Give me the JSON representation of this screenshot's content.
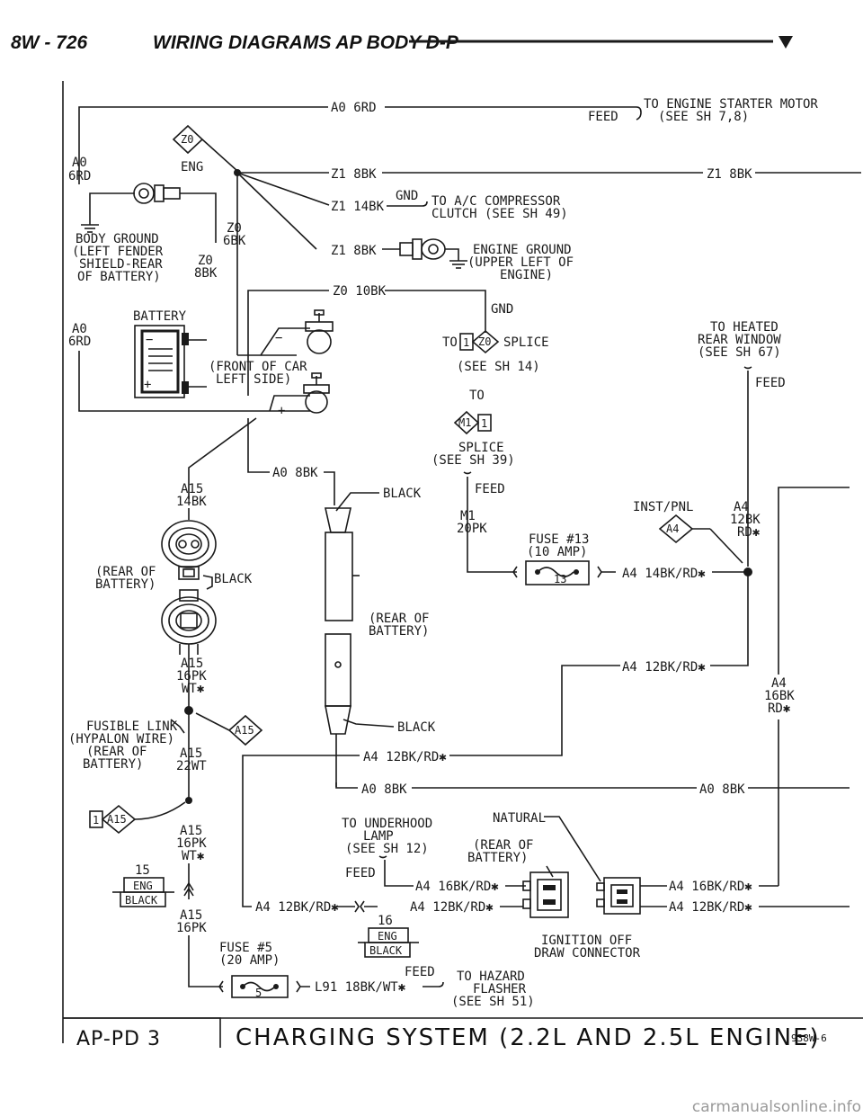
{
  "header": {
    "page_ref": "8W - 726",
    "title": "WIRING DIAGRAMS AP BODY D-P"
  },
  "footer": {
    "code": "AP-PD 3",
    "title": "CHARGING SYSTEM (2.2L AND 2.5L ENGINE)",
    "figure_id": "938W-6"
  },
  "watermark": "carmanualsonline.info",
  "wires": {
    "a0_6rd": "A0 6RD",
    "a0": "A0",
    "rd6": "6RD",
    "z1_8bk": "Z1 8BK",
    "z1_14bk": "Z1 14BK",
    "z0_10bk": "Z0 10BK",
    "z0": "Z0",
    "bk6": "6BK",
    "bk8": "8BK",
    "a0_8bk": "A0 8BK",
    "a15": "A15",
    "bk14": "14BK",
    "pk16": "16PK",
    "wt": "WT✱",
    "wt22": "22WT",
    "m1": "M1",
    "pk20": "20PK",
    "a4": "A4",
    "bk12": "12BK",
    "rd": "RD✱",
    "bk16": "16BK",
    "a4_14bk_rd": "A4 14BK/RD✱",
    "a4_12bk_rd": "A4 12BK/RD✱",
    "a4_16bk_rd": "A4 16BK/RD✱",
    "l91": "L91 18BK/WT✱"
  },
  "labels": {
    "feed": "FEED",
    "to_starter_1": "TO ENGINE STARTER MOTOR",
    "to_starter_2": "(SEE SH 7,8)",
    "eng": "ENG",
    "gnd": "GND",
    "to_ac_1": "TO A/C COMPRESSOR",
    "to_ac_2": "CLUTCH (SEE SH 49)",
    "body_ground_1": "BODY GROUND",
    "body_ground_2": "(LEFT FENDER",
    "body_ground_3": "SHIELD-REAR",
    "body_ground_4": "OF BATTERY)",
    "engine_ground_1": "ENGINE GROUND",
    "engine_ground_2": "(UPPER LEFT OF",
    "engine_ground_3": "ENGINE)",
    "battery": "BATTERY",
    "front_of_car_1": "(FRONT OF CAR",
    "front_of_car_2": "LEFT SIDE)",
    "to": "TO",
    "splice": "SPLICE",
    "see_sh_14": "(SEE SH 14)",
    "see_sh_39": "(SEE SH 39)",
    "to_heated_1": "TO HEATED",
    "to_heated_2": "REAR WINDOW",
    "to_heated_3": "(SEE SH 67)",
    "black": "BLACK",
    "inst_pnl": "INST/PNL",
    "fuse13_1": "FUSE #13",
    "fuse13_2": "(10 AMP)",
    "rear_of_battery_1": "(REAR OF",
    "rear_of_battery_2": "BATTERY)",
    "fusible_1": "FUSIBLE LINK",
    "fusible_2": "(HYPALON WIRE)",
    "fusible_3": "(REAR OF",
    "fusible_4": "BATTERY)",
    "natural": "NATURAL",
    "underhood_1": "TO UNDERHOOD",
    "underhood_2": "LAMP",
    "underhood_3": "(SEE SH 12)",
    "ign_off_1": "IGNITION OFF",
    "ign_off_2": "DRAW CONNECTOR",
    "fuse5_1": "FUSE #5",
    "fuse5_2": "(20 AMP)",
    "hazard_1": "TO HAZARD",
    "hazard_2": "FLASHER",
    "hazard_3": "(SEE SH 51)",
    "conn_15": "15",
    "conn_16": "16",
    "conn_13": "13",
    "conn_5": "5",
    "eng_black_1": "ENG",
    "eng_black_2": "BLACK",
    "plus": "+",
    "minus": "−"
  },
  "connectors": {
    "z0": "Z0",
    "m1": "M1",
    "a4": "A4",
    "a15": "A15",
    "one": "1"
  }
}
